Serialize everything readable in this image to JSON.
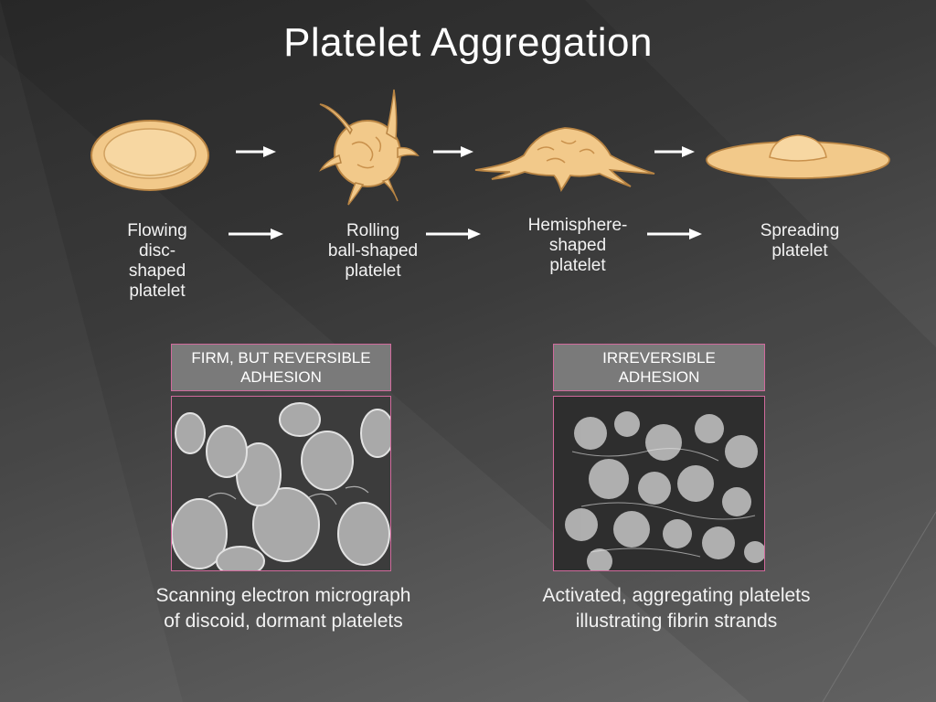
{
  "slide": {
    "title": "Platelet Aggregation",
    "stages": [
      {
        "label": "Flowing disc-shaped platelet",
        "lines": [
          "Flowing",
          "disc-",
          "shaped",
          "platelet"
        ]
      },
      {
        "label": "Rolling ball-shaped platelet",
        "lines": [
          "Rolling",
          "ball-shaped",
          "platelet"
        ]
      },
      {
        "label": "Hemisphere-shaped platelet",
        "lines": [
          "Hemisphere-",
          "shaped",
          "platelet"
        ]
      },
      {
        "label": "Spreading platelet",
        "lines": [
          "Spreading",
          "platelet"
        ]
      }
    ],
    "panels": [
      {
        "header_lines": [
          "FIRM, BUT REVERSIBLE",
          "ADHESION"
        ],
        "caption_lines": [
          "Scanning electron micrograph",
          "of discoid, dormant platelets"
        ]
      },
      {
        "header_lines": [
          "IRREVERSIBLE",
          "ADHESION"
        ],
        "caption_lines": [
          "Activated, aggregating platelets",
          "illustrating fibrin strands"
        ]
      }
    ]
  },
  "colors": {
    "platelet_fill": "#f2c98a",
    "platelet_stroke": "#b88443",
    "panel_border": "#d06a9c",
    "panel_header_bg": "#7a7a7a"
  }
}
